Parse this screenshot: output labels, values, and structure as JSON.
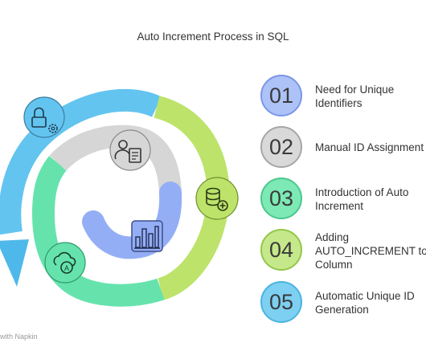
{
  "title": "Auto Increment Process in SQL",
  "footer": "with Napkin",
  "colors": {
    "blue_arc": "#63c4ef",
    "yellow_arc": "#bde36b",
    "teal_arc": "#66e3ad",
    "gray_arc": "#d6d6d6",
    "indigo_arc": "#94aef6"
  },
  "steps": [
    {
      "number": "01",
      "label": "Need for Unique\nIdentifiers",
      "fill": "#adc3f8",
      "border": "#7b95e8"
    },
    {
      "number": "02",
      "label": "Manual ID Assignment",
      "fill": "#d9d9d9",
      "border": "#a6a6a6"
    },
    {
      "number": "03",
      "label": "Introduction of Auto\nIncrement",
      "fill": "#7de9b5",
      "border": "#4bc88c"
    },
    {
      "number": "04",
      "label": "Adding\nAUTO_INCREMENT to\nColumn",
      "fill": "#c5e98a",
      "border": "#93c64a"
    },
    {
      "number": "05",
      "label": "Automatic Unique ID\nGeneration",
      "fill": "#7dd0f1",
      "border": "#4bb3e0"
    }
  ],
  "icons": {
    "blue": "lock-gear-icon",
    "yellow": "database-add-icon",
    "teal": "auto-cloud-sync-icon",
    "gray": "user-document-icon",
    "indigo": "bar-chart-icon"
  }
}
